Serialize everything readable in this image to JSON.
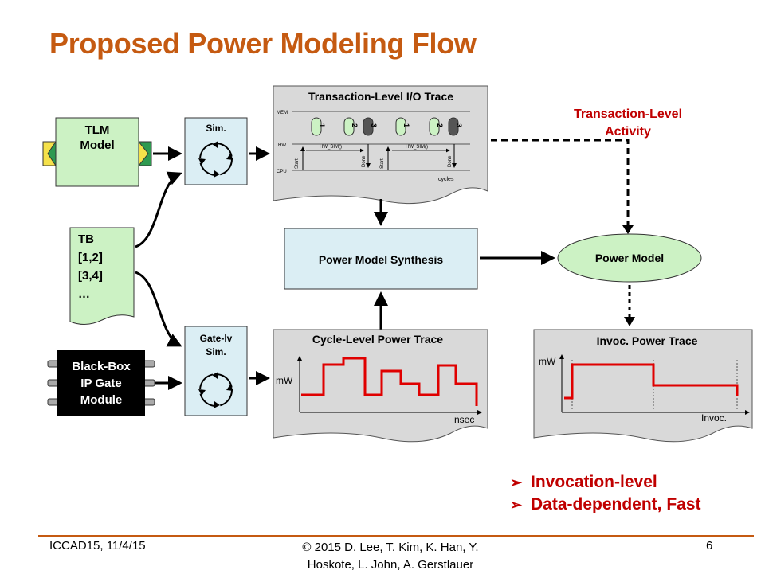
{
  "slide": {
    "title": "Proposed Power Modeling Flow"
  },
  "blocks": {
    "tlm_model": "TLM\nModel",
    "tlm_model_lines": [
      "TLM",
      "Model"
    ],
    "sim_label": "Sim.",
    "gate_sim_lines": [
      "Gate-lv",
      "Sim."
    ],
    "tb_lines": [
      "TB",
      "[1,2]",
      "[3,4]",
      "…"
    ],
    "blackbox_lines": [
      "Black-Box",
      "IP Gate",
      "Module"
    ],
    "power_model_synthesis": "Power Model Synthesis",
    "power_model": "Power Model",
    "tl_activity_lines": [
      "Transaction-Level",
      "Activity"
    ]
  },
  "io_trace": {
    "title": "Transaction-Level I/O Trace",
    "rows": [
      "MEM",
      "HW",
      "CPU"
    ],
    "markers": [
      "1",
      "2",
      "3",
      "1",
      "2",
      "3"
    ],
    "start_label": "Start",
    "done_label": "Done",
    "hw_label": "HW_SIM()",
    "x_label": "cycles"
  },
  "cycle_trace": {
    "title": "Cycle-Level Power Trace",
    "y_label": "mW",
    "x_label": "nsec"
  },
  "invoc_trace": {
    "title": "Invoc. Power Trace",
    "y_label": "mW",
    "x_label": "Invoc."
  },
  "bullets": [
    "Invocation-level",
    "Data-dependent, Fast"
  ],
  "footer": {
    "left": "ICCAD15,  11/4/15",
    "center_line1": "© 2015 D. Lee,  T. Kim, K. Han, Y.",
    "center_line2": "Hoskote, L. John, A. Gerstlauer",
    "page": "6"
  },
  "colors": {
    "accent": "#c55a11",
    "box_blue": "#dbeef4",
    "box_green": "#ccf2c4",
    "trace_red": "#e00000",
    "bullet_red": "#c00000",
    "doc_gray": "#d9d9d9"
  },
  "icons": [
    "cycle-arrows-icon",
    "bullet-arrow-icon"
  ]
}
